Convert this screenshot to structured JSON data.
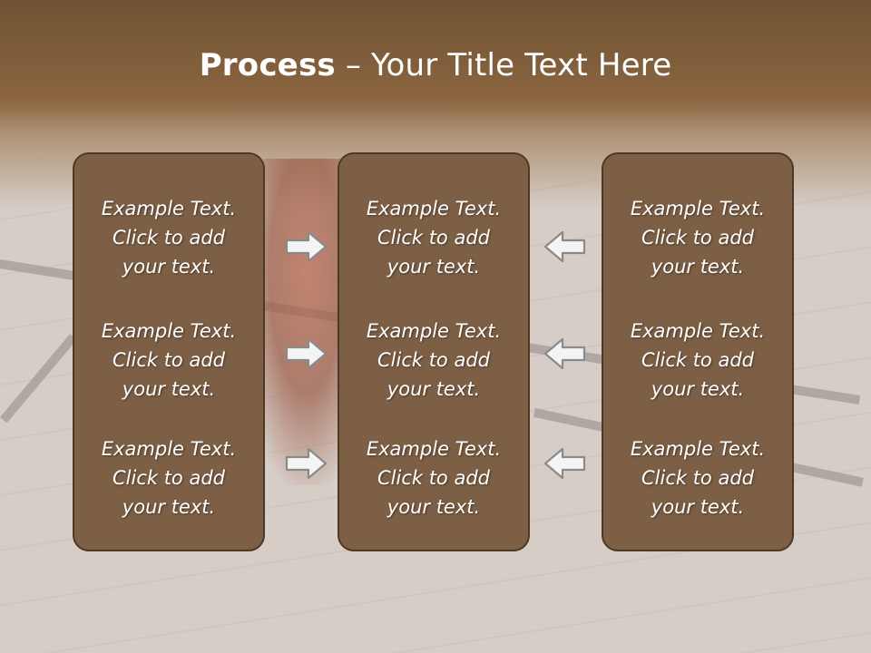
{
  "slide": {
    "title_bold": "Process",
    "title_rest": " – Your Title Text Here"
  },
  "panels": [
    {
      "items": [
        "Example Text.\nClick  to add\nyour text.",
        "Example Text.\nClick  to add\nyour text.",
        "Example Text.\nClick  to add\nyour text."
      ]
    },
    {
      "items": [
        "Example Text.\nClick  to add\nyour text.",
        "Example Text.\nClick  to add\nyour text.",
        "Example Text.\nClick  to add\nyour text."
      ]
    },
    {
      "items": [
        "Example Text.\nClick  to add\nyour text.",
        "Example Text.\nClick  to add\nyour text.",
        "Example Text.\nClick  to add\nyour text."
      ]
    }
  ],
  "arrows": {
    "left_group": "arrow-right-icon",
    "right_group": "arrow-left-icon"
  }
}
